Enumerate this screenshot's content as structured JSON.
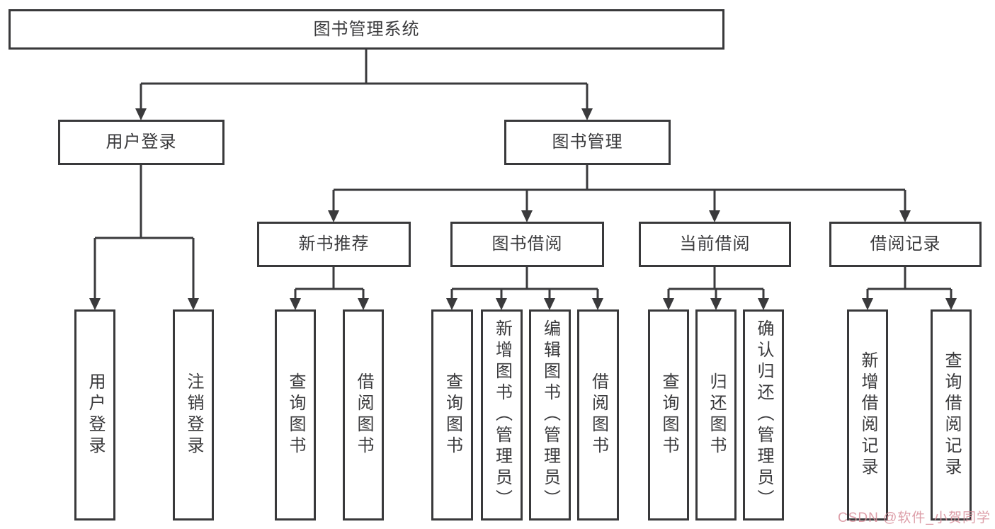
{
  "colors": {
    "line": "#3a3a3c",
    "border": "#39393b",
    "text": "#3a3a3c",
    "watermark": "#d88f9b"
  },
  "watermark": {
    "text": "CSDN @软件_小贺同学"
  },
  "tree": {
    "root": {
      "label": "图书管理系统",
      "children": [
        {
          "label": "用户登录",
          "children": [
            {
              "label": "用户登录"
            },
            {
              "label": "注销登录"
            }
          ]
        },
        {
          "label": "图书管理",
          "children": [
            {
              "label": "新书推荐",
              "children": [
                {
                  "label": "查询图书"
                },
                {
                  "label": "借阅图书"
                }
              ]
            },
            {
              "label": "图书借阅",
              "children": [
                {
                  "label": "查询图书"
                },
                {
                  "label": "新增图书（管理员）"
                },
                {
                  "label": "编辑图书（管理员）"
                },
                {
                  "label": "借阅图书"
                }
              ]
            },
            {
              "label": "当前借阅",
              "children": [
                {
                  "label": "查询图书"
                },
                {
                  "label": "归还图书"
                },
                {
                  "label": "确认归还（管理员）"
                }
              ]
            },
            {
              "label": "借阅记录",
              "children": [
                {
                  "label": "新增借阅记录"
                },
                {
                  "label": "查询借阅记录"
                }
              ]
            }
          ]
        }
      ]
    }
  }
}
